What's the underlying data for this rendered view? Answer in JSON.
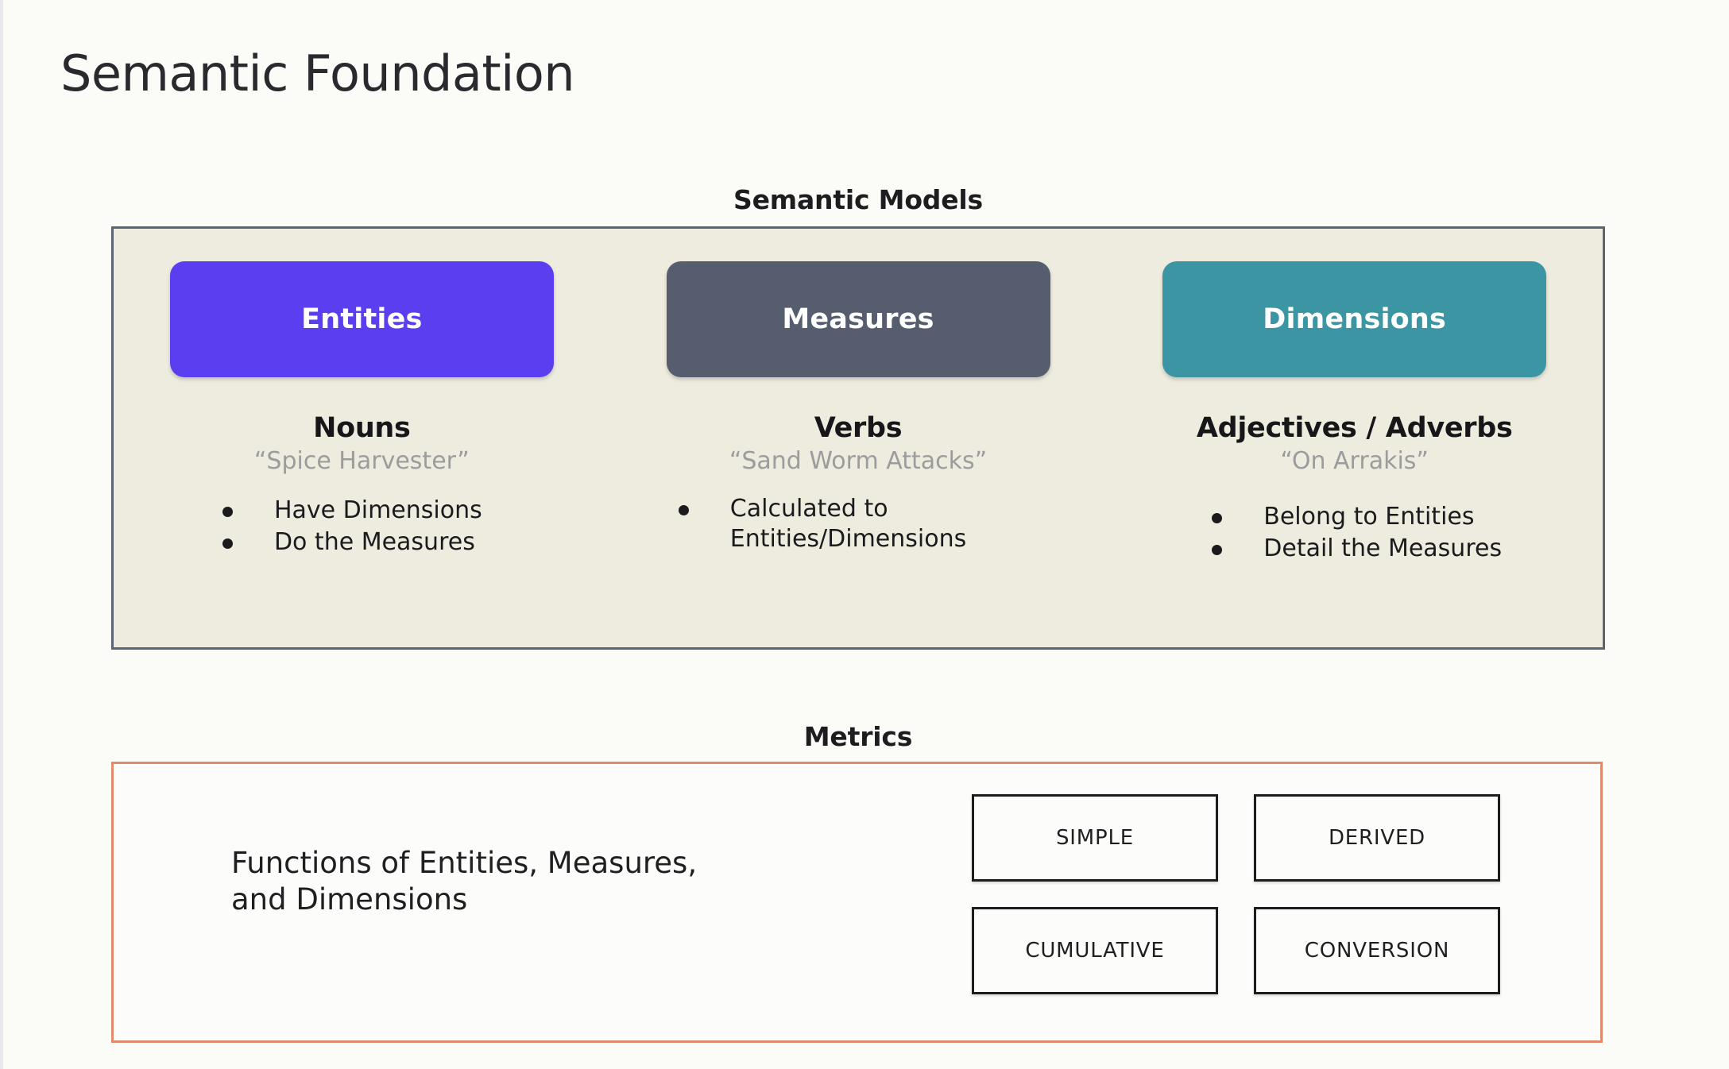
{
  "slide": {
    "title": "Semantic Foundation",
    "background_color": "#fbfbf8"
  },
  "semantic_models": {
    "caption": "Semantic Models",
    "panel_fill": "#eeecdf",
    "panel_border": "#5b6472",
    "columns": [
      {
        "pill_label": "Entities",
        "pill_color": "#5a3ef0",
        "part_of_speech": "Nouns",
        "example": "“Spice Harvester”",
        "bullets": [
          "Have Dimensions",
          "Do the Measures"
        ]
      },
      {
        "pill_label": "Measures",
        "pill_color": "#555d6e",
        "part_of_speech": "Verbs",
        "example": "“Sand Worm Attacks”",
        "bullets": [
          "Calculated to\nEntities/Dimensions"
        ]
      },
      {
        "pill_label": "Dimensions",
        "pill_color": "#3c95a2",
        "part_of_speech": "Adjectives / Adverbs",
        "example": "“On Arrakis”",
        "bullets": [
          "Belong to Entities",
          "Detail the Measures"
        ]
      }
    ]
  },
  "metrics": {
    "caption": "Metrics",
    "panel_border": "#e28b6b",
    "description": "Functions of Entities, Measures,\nand Dimensions",
    "types": [
      "SIMPLE",
      "DERIVED",
      "CUMULATIVE",
      "CONVERSION"
    ]
  }
}
